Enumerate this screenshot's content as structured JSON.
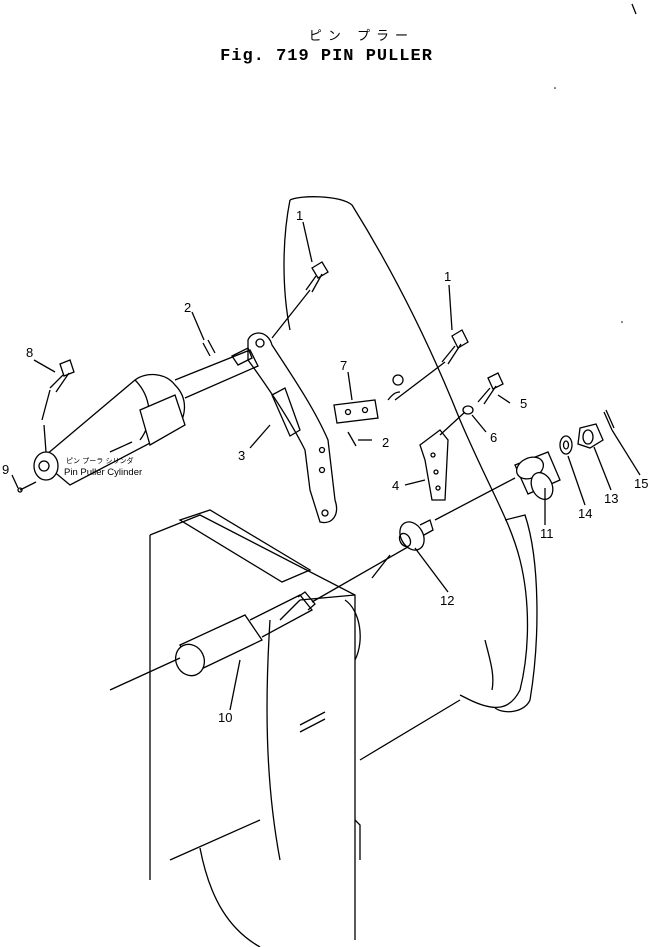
{
  "header": {
    "title_jp": "ピン プラー",
    "title_en": "Fig. 719 PIN PULLER"
  },
  "callouts": [
    {
      "id": "c1a",
      "label": "1"
    },
    {
      "id": "c1b",
      "label": "1"
    },
    {
      "id": "c2a",
      "label": "2"
    },
    {
      "id": "c2b",
      "label": "2"
    },
    {
      "id": "c3",
      "label": "3"
    },
    {
      "id": "c4",
      "label": "4"
    },
    {
      "id": "c5",
      "label": "5"
    },
    {
      "id": "c6",
      "label": "6"
    },
    {
      "id": "c7",
      "label": "7"
    },
    {
      "id": "c8",
      "label": "8"
    },
    {
      "id": "c9",
      "label": "9"
    },
    {
      "id": "c10",
      "label": "10"
    },
    {
      "id": "c11",
      "label": "11"
    },
    {
      "id": "c12",
      "label": "12"
    },
    {
      "id": "c13",
      "label": "13"
    },
    {
      "id": "c14",
      "label": "14"
    },
    {
      "id": "c15",
      "label": "15"
    }
  ],
  "cylinder_caption": {
    "jp": "ピン プーラ シリンダ",
    "en": "Pin Puller Cylinder"
  }
}
